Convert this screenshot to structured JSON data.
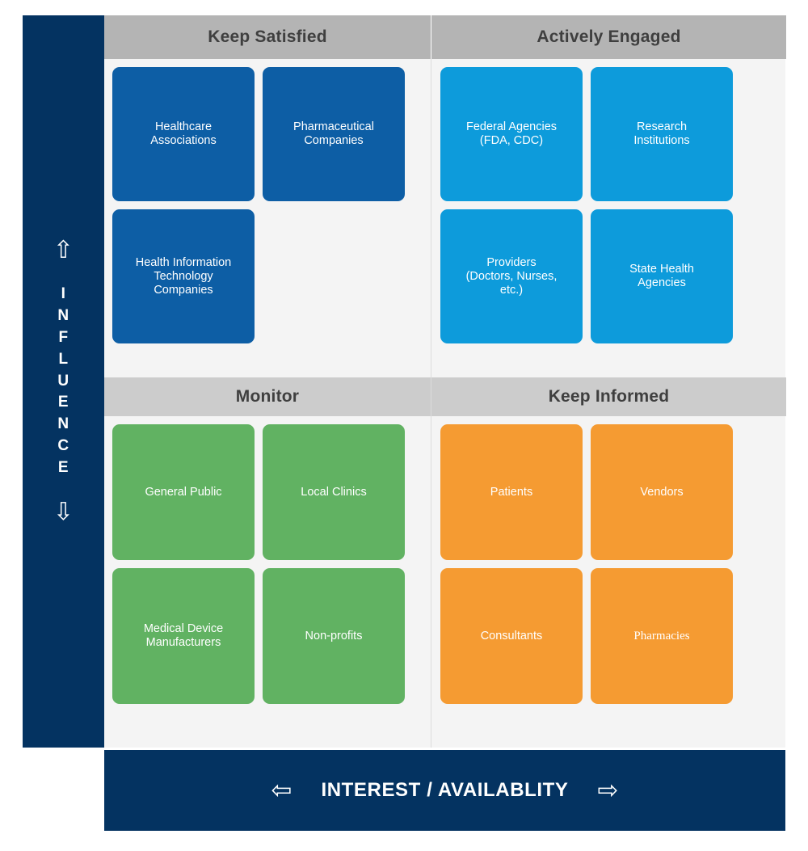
{
  "axes": {
    "vertical": {
      "label": "INFLUENCE",
      "letters": [
        "I",
        "N",
        "F",
        "L",
        "U",
        "E",
        "N",
        "C",
        "E"
      ],
      "arrow_up": "⇧",
      "arrow_down": "⇩",
      "bar_color": "#043361"
    },
    "horizontal": {
      "label": "INTEREST / AVAILABLITY",
      "arrow_left": "⇦",
      "arrow_right": "⇨",
      "bar_color": "#043361"
    }
  },
  "quadrants": [
    {
      "id": "keep-satisfied",
      "title": "Keep Satisfied",
      "header_color": "#b4b4b4",
      "tile_color": "#0d5ea5",
      "position": "top-left",
      "tiles": [
        {
          "label": "Healthcare Associations",
          "lines": [
            "Healthcare",
            "Associations"
          ]
        },
        {
          "label": "Pharmaceutical Companies",
          "lines": [
            "Pharmaceutical",
            "Companies"
          ]
        },
        {
          "label": "Health Information Technology Companies",
          "lines": [
            "Health Information",
            "Technology",
            "Companies"
          ]
        }
      ]
    },
    {
      "id": "actively-engaged",
      "title": "Actively Engaged",
      "header_color": "#b4b4b4",
      "tile_color": "#0d9bdb",
      "position": "top-right",
      "tiles": [
        {
          "label": "Federal Agencies (FDA, CDC)",
          "lines": [
            "Federal Agencies",
            "(FDA, CDC)"
          ]
        },
        {
          "label": "Research Institutions",
          "lines": [
            "Research",
            "Institutions"
          ]
        },
        {
          "label": "Providers (Doctors, Nurses, etc.)",
          "lines": [
            "Providers",
            "(Doctors, Nurses,",
            "etc.)"
          ]
        },
        {
          "label": "State Health Agencies",
          "lines": [
            "State Health",
            "Agencies"
          ]
        }
      ]
    },
    {
      "id": "monitor",
      "title": "Monitor",
      "header_color": "#cccccc",
      "tile_color": "#61b262",
      "position": "bottom-left",
      "tiles": [
        {
          "label": "General Public",
          "lines": [
            "General Public"
          ]
        },
        {
          "label": "Local Clinics",
          "lines": [
            "Local Clinics"
          ]
        },
        {
          "label": "Medical Device Manufacturers",
          "lines": [
            "Medical Device",
            "Manufacturers"
          ]
        },
        {
          "label": "Non-profits",
          "lines": [
            "Non-profits"
          ]
        }
      ]
    },
    {
      "id": "keep-informed",
      "title": "Keep Informed",
      "header_color": "#cccccc",
      "tile_color": "#f59b32",
      "position": "bottom-right",
      "tiles": [
        {
          "label": "Patients",
          "lines": [
            "Patients"
          ]
        },
        {
          "label": "Vendors",
          "lines": [
            "Vendors"
          ]
        },
        {
          "label": "Consultants",
          "lines": [
            "Consultants"
          ]
        },
        {
          "label": "Pharmacies",
          "lines": [
            "Pharmacies"
          ],
          "font": "serif"
        }
      ]
    }
  ]
}
